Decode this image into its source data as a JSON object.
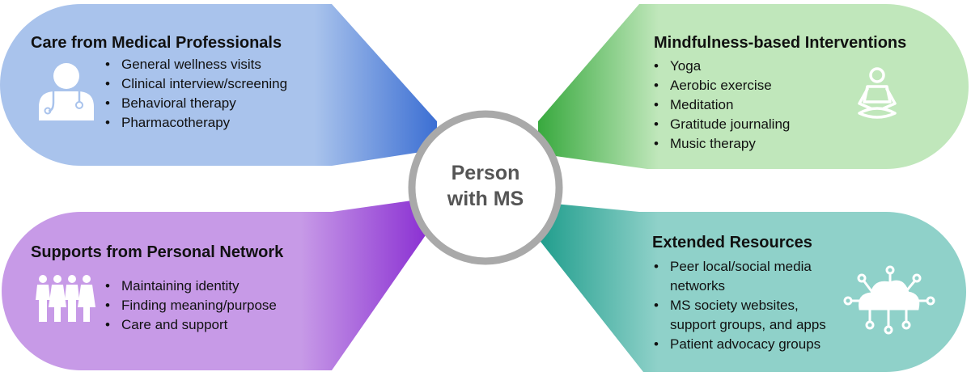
{
  "center": {
    "line1": "Person",
    "line2": "with MS"
  },
  "panels": {
    "care": {
      "title": "Care from Medical Professionals",
      "items": [
        "General wellness visits",
        "Clinical interview/screening",
        "Behavioral therapy",
        "Pharmacotherapy"
      ],
      "icon": "doctor-icon",
      "color": "#a9c3ec"
    },
    "mindfulness": {
      "title": "Mindfulness-based Interventions",
      "items": [
        "Yoga",
        "Aerobic exercise",
        "Meditation",
        "Gratitude journaling",
        "Music therapy"
      ],
      "icon": "meditation-icon",
      "color": "#c0e7bb"
    },
    "supports": {
      "title": "Supports from Personal Network",
      "items": [
        "Maintaining identity",
        "Finding meaning/purpose",
        "Care and support"
      ],
      "icon": "people-group-icon",
      "color": "#c79ae7"
    },
    "resources": {
      "title": "Extended Resources",
      "items": [
        "Peer local/social media",
        "networks",
        "MS society websites,",
        "support groups, and apps",
        "Patient advocacy groups"
      ],
      "icon": "cloud-network-icon",
      "color": "#8fd1c9"
    }
  }
}
